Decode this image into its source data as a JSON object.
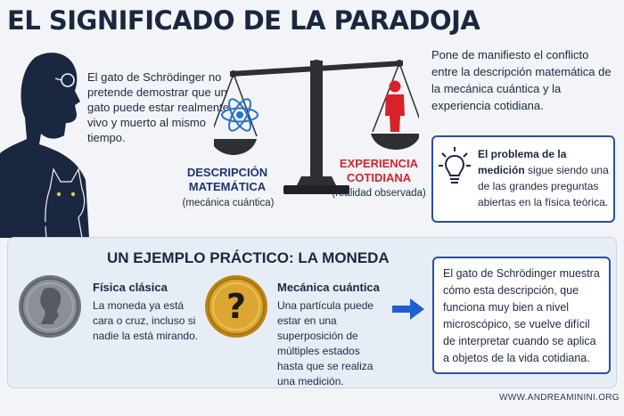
{
  "header": {
    "title": "EL SIGNIFICADO DE LA PARADOJA"
  },
  "intro": {
    "text": "El gato de Schrödinger no pretende demostrar que un gato puede estar realmente vivo y muerto al mismo tiempo."
  },
  "scale": {
    "left_label": "DESCRIPCIÓN MATEMÁTICA",
    "left_sublabel": "(mecánica cuántica)",
    "right_label": "EXPERIENCIA COTIDIANA",
    "right_sublabel": "(realidad observada)",
    "left_icon": "atom-icon",
    "right_icon": "person-icon"
  },
  "conflict": {
    "text": "Pone de manifiesto el conflicto entre la descripción matemática de la mecánica cuántica y la experiencia cotidiana."
  },
  "problem": {
    "icon": "lightbulb-icon",
    "bold": "El problema de la medición",
    "text": " sigue siendo una de las grandes preguntas abiertas en la física teórica."
  },
  "example": {
    "title": "UN EJEMPLO PRÁCTICO: LA MONEDA",
    "classical": {
      "title": "Física clásica",
      "text": "La moneda ya está cara o cruz, incluso si nadie la está mirando.",
      "icon": "silver-coin-icon"
    },
    "quantum": {
      "title": "Mecánica cuántica",
      "text": "Una partícula puede estar en una superposición de múltiples estados hasta que se realiza una medición.",
      "icon": "gold-question-coin-icon"
    },
    "arrow_icon": "arrow-right-icon"
  },
  "conclusion": {
    "text": "El gato de Schrödinger muestra cómo esta descripción, que funciona muy bien a nivel microscópico, se vuelve difícil de interpretar cuando se aplica a objetos de la vida cotidiana."
  },
  "footer": {
    "site": "WWW.ANDREAMININI.ORG"
  },
  "colors": {
    "navy": "#1a2740",
    "accent_blue": "#2a4fa0",
    "red": "#d6232a",
    "gold": "#d9a528",
    "panel_bg": "#e7edf5"
  }
}
